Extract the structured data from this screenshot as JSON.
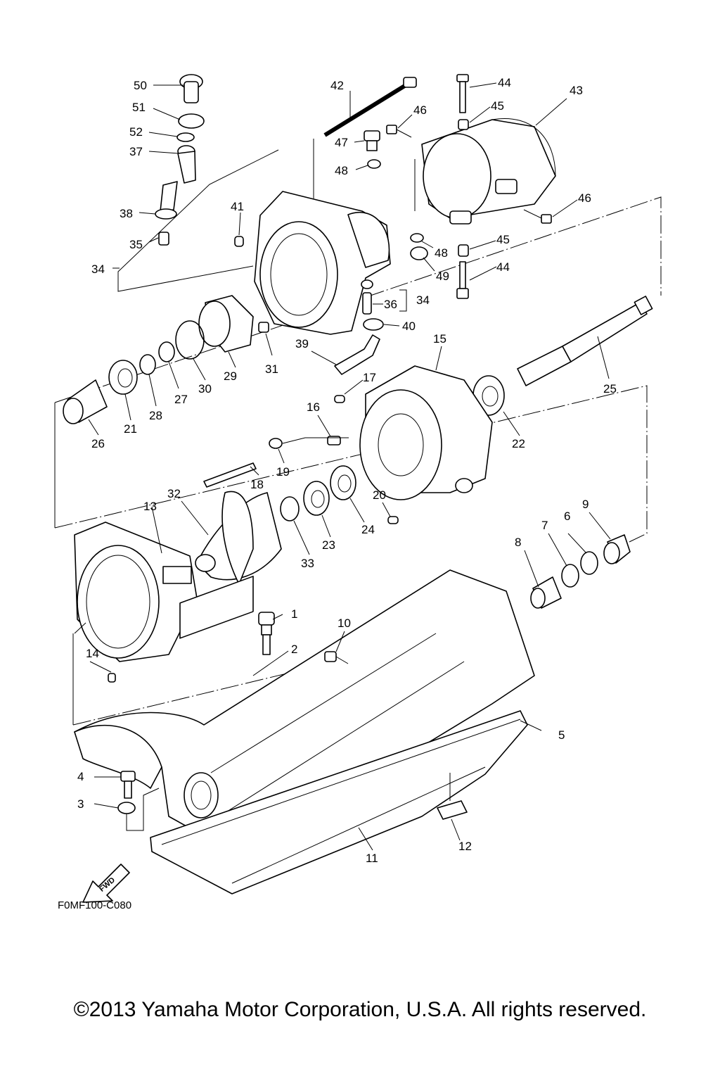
{
  "figure_code": "F0MF100-C080",
  "copyright": "©2013 Yamaha Motor Corporation, U.S.A. All rights reserved.",
  "fwd_label": "FWD",
  "callouts": [
    "1",
    "2",
    "3",
    "4",
    "5",
    "6",
    "7",
    "8",
    "9",
    "10",
    "11",
    "12",
    "13",
    "14",
    "15",
    "16",
    "17",
    "18",
    "19",
    "20",
    "21",
    "22",
    "23",
    "24",
    "25",
    "26",
    "27",
    "28",
    "29",
    "30",
    "31",
    "32",
    "33",
    "34",
    "34",
    "35",
    "36",
    "37",
    "38",
    "40",
    "39",
    "41",
    "42",
    "43",
    "44",
    "44",
    "45",
    "45",
    "46",
    "46",
    "47",
    "48",
    "48",
    "49",
    "50",
    "51",
    "52"
  ]
}
